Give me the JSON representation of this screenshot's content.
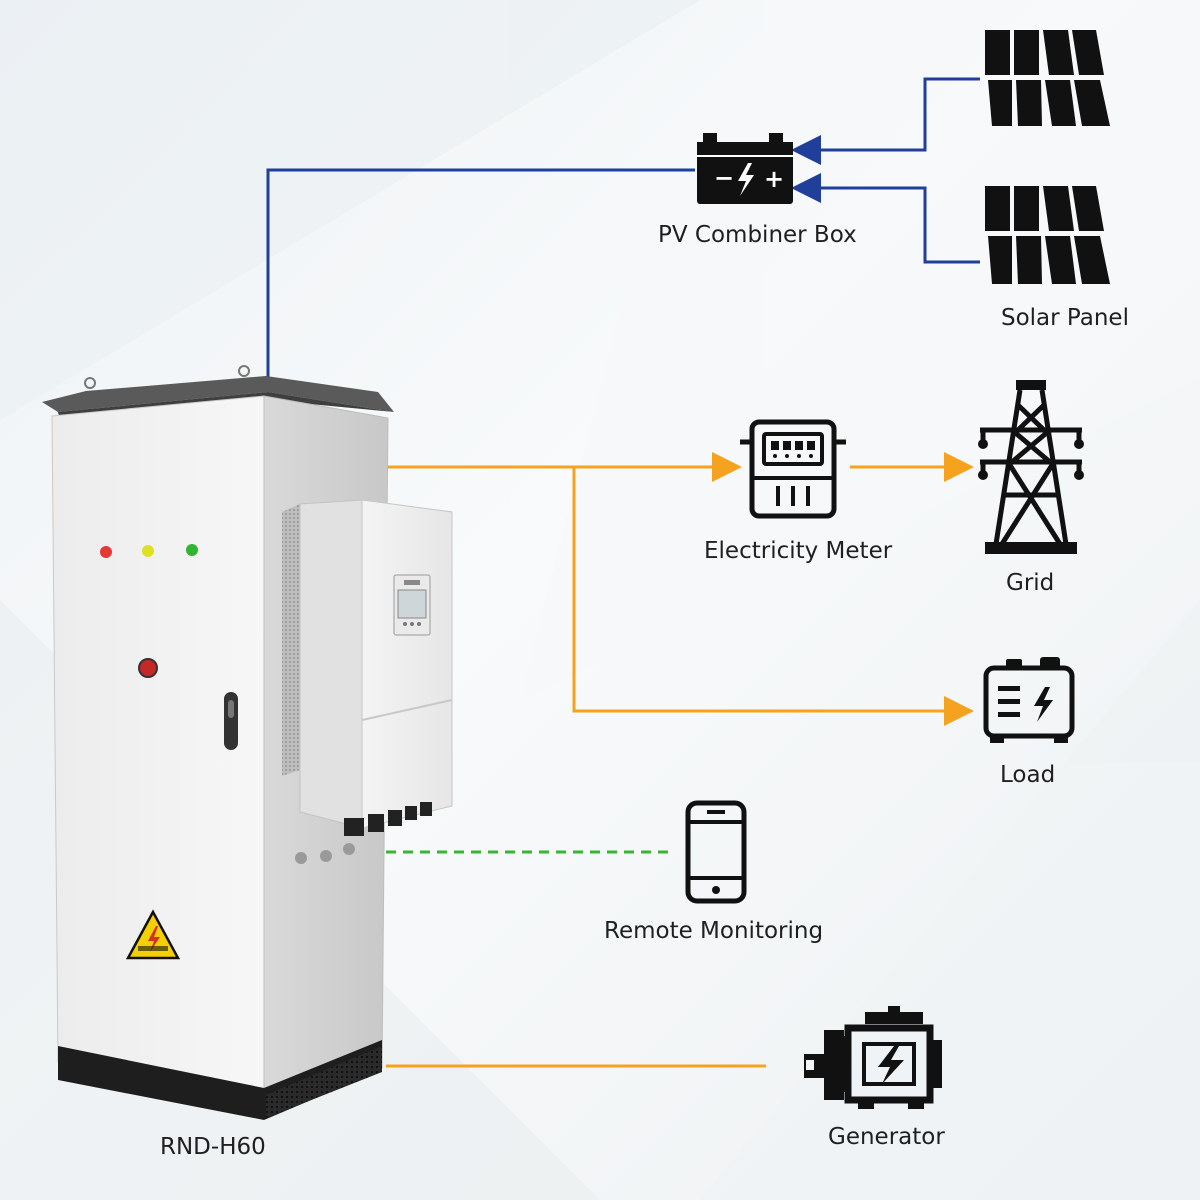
{
  "labels": {
    "pv_combiner": "PV Combiner Box",
    "solar_panel": "Solar Panel",
    "electricity_meter": "Electricity Meter",
    "grid": "Grid",
    "load": "Load",
    "remote_monitoring": "Remote Monitoring",
    "generator": "Generator",
    "cabinet": "RND-H60"
  },
  "combiner_symbols": {
    "minus": "−",
    "plus": "+"
  },
  "colors": {
    "dc_line": "#1f3f9a",
    "ac_line": "#f5a21f",
    "comm_line": "#35b635",
    "icon": "#111111",
    "background": "#f3f6f8"
  }
}
